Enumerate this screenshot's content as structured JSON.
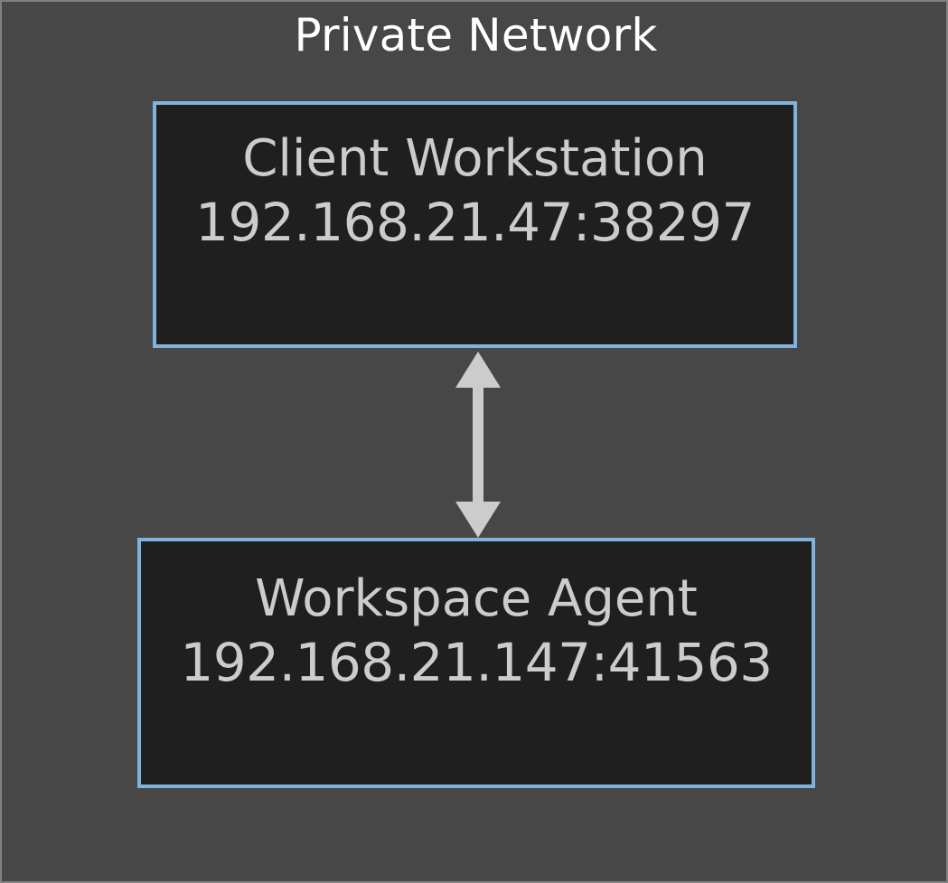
{
  "diagram": {
    "title": "Private Network",
    "background_color": "#474747",
    "frame_color": "#808080",
    "node_border_color": "#7fb3dd",
    "node_fill_color": "#1f1f1f",
    "node_text_color": "#cccccc",
    "title_text_color": "#ffffff",
    "connector_color": "#cccccc",
    "nodes": [
      {
        "id": "client-workstation",
        "label": "Client Workstation",
        "address": "192.168.21.47:38297"
      },
      {
        "id": "workspace-agent",
        "label": "Workspace Agent",
        "address": "192.168.21.147:41563"
      }
    ],
    "connector": {
      "type": "double-headed-arrow",
      "from": "client-workstation",
      "to": "workspace-agent",
      "icon": "bidirectional-arrow-icon"
    }
  }
}
